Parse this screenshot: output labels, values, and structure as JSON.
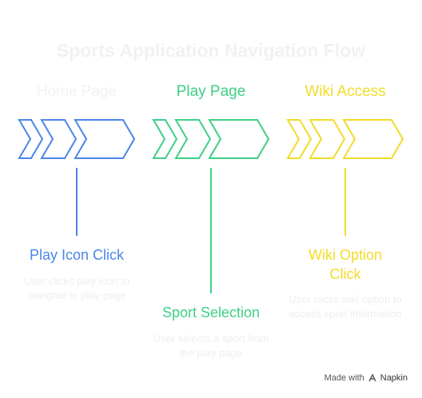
{
  "title": "Sports Application Navigation Flow",
  "columns": [
    {
      "label": "Home Page",
      "color": "#f2f2f2"
    },
    {
      "label": "Play Page",
      "color": "#3ecf86"
    },
    {
      "label": "Wiki Access",
      "color": "#f2dc28"
    }
  ],
  "steps": [
    {
      "title": "Play Icon Click",
      "description": "User clicks play icon to navigate to play page",
      "color": "#4a86e8"
    },
    {
      "title": "Sport Selection",
      "description": "User selects a sport from the play page",
      "color": "#3ecf86"
    },
    {
      "title": "Wiki Option Click",
      "description": "User clicks wiki option to access sport information",
      "color": "#f2dc28"
    }
  ],
  "chevron_colors": [
    "#4a86e8",
    "#3ecf86",
    "#f2dc28"
  ],
  "footer": {
    "made_with": "Made with",
    "brand": "Napkin",
    "icon": "napkin-logo-icon"
  }
}
